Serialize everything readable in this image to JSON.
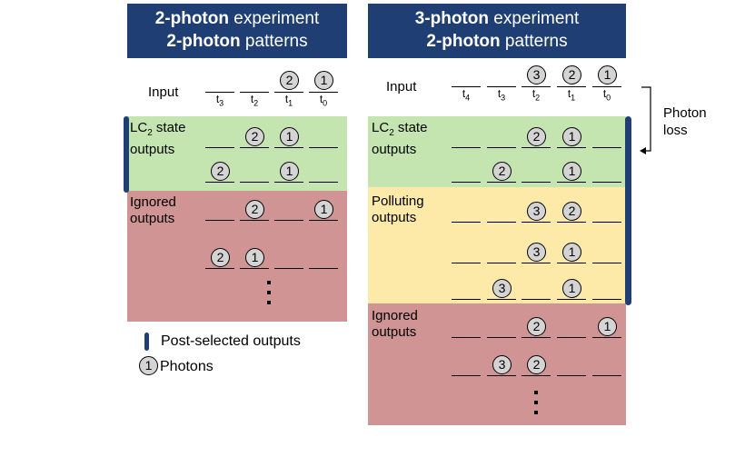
{
  "left": {
    "header_l1_bold": "2-photon",
    "header_l1_rest": " experiment",
    "header_l2_bold": "2-photon",
    "header_l2_rest": " patterns",
    "input_label": "Input",
    "time_labels": [
      "t3",
      "t2",
      "t1",
      "t0"
    ],
    "input_photons": [
      "2",
      "1"
    ],
    "lc2_label_a": "LC",
    "lc2_label_sub": "2",
    "lc2_label_b": " state",
    "lc2_label_c": "outputs",
    "lc2_rows": [
      [
        "",
        "2",
        "1",
        ""
      ],
      [
        "2",
        "",
        "1",
        ""
      ]
    ],
    "ignored_label_a": "Ignored",
    "ignored_label_b": "outputs",
    "ignored_rows": [
      [
        "",
        "2",
        "",
        "1"
      ],
      [
        "2",
        "1",
        "",
        ""
      ]
    ]
  },
  "right": {
    "header_l1_bold": "3-photon",
    "header_l1_rest": " experiment",
    "header_l2_bold": "2-photon",
    "header_l2_rest": " patterns",
    "input_label": "Input",
    "time_labels": [
      "t4",
      "t3",
      "t2",
      "t1",
      "t0"
    ],
    "input_photons": [
      "3",
      "2",
      "1"
    ],
    "lc2_label_a": "LC",
    "lc2_label_sub": "2",
    "lc2_label_b": " state",
    "lc2_label_c": "outputs",
    "lc2_rows": [
      [
        "",
        "",
        "2",
        "1",
        ""
      ],
      [
        "",
        "2",
        "",
        "1",
        ""
      ]
    ],
    "polluting_label_a": "Polluting",
    "polluting_label_b": "outputs",
    "polluting_rows": [
      [
        "",
        "",
        "3",
        "2",
        ""
      ],
      [
        "",
        "",
        "3",
        "1",
        ""
      ],
      [
        "",
        "3",
        "",
        "1",
        ""
      ]
    ],
    "ignored_label_a": "Ignored",
    "ignored_label_b": "outputs",
    "ignored_rows": [
      [
        "",
        "",
        "2",
        "",
        "1"
      ],
      [
        "",
        "3",
        "2",
        "",
        ""
      ]
    ],
    "photon_loss_a": "Photon",
    "photon_loss_b": "loss"
  },
  "legend": {
    "post_selected": "Post-selected outputs",
    "photon_sample": "1",
    "photons": "Photons"
  },
  "colors": {
    "header": "#1f3f74",
    "lc2": "#c5e5b0",
    "ignored": "#cf9493",
    "polluting": "#fde9a8",
    "photon": "#d4d4d4"
  }
}
